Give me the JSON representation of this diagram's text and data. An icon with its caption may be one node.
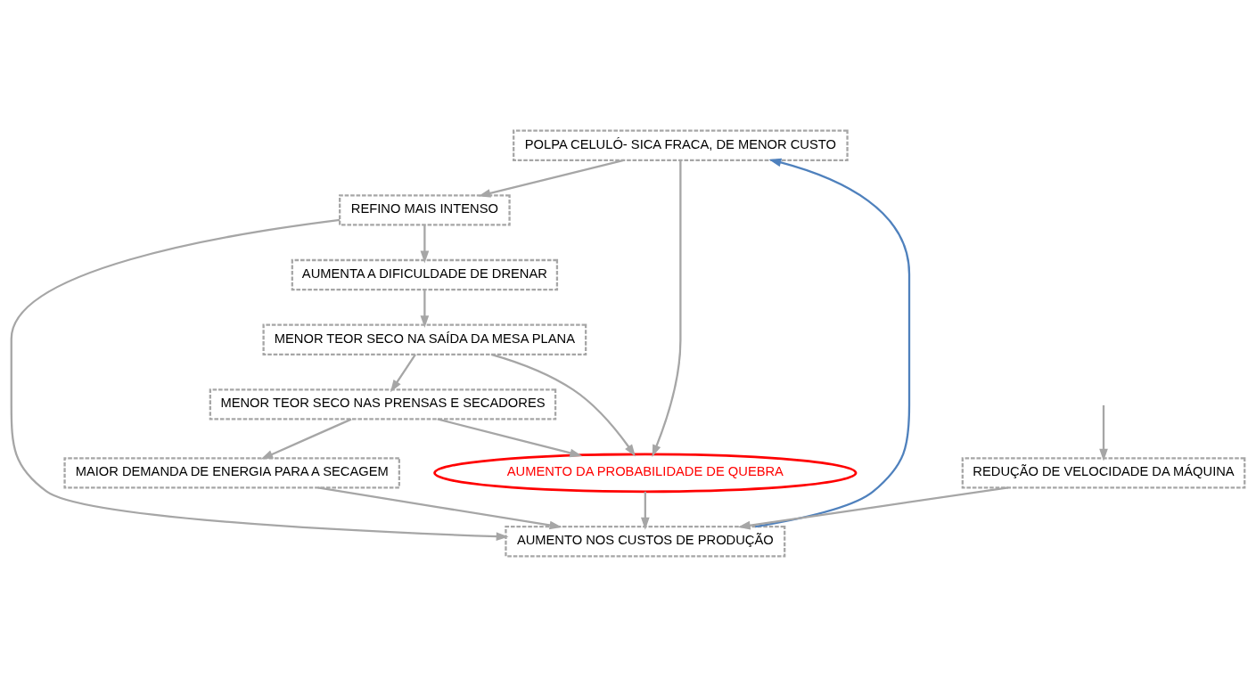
{
  "diagram": {
    "nodes": [
      {
        "text": [
          "POLPA CELULÓ- SICA FRACA, DE MENOR CUSTO"
        ]
      },
      {
        "text": [
          "REFINO MAIS INTENSO"
        ]
      },
      {
        "text": [
          "AUMENTO NOS CUSTOS DE PRODUÇÃO"
        ]
      },
      {
        "text": [
          "AUMENTA A DIFICULDADE DE DRENAR"
        ]
      },
      {
        "text": [
          "AUMENTO DA PROBABILIDADE DE QUEBRA"
        ]
      },
      {
        "text": [
          "REDUÇÃO DE VELOCIDADE DA MÁQUINA"
        ]
      },
      {
        "text": [
          "MENOR TEOR SECO NA SAÍDA DA MESA PLANA"
        ]
      },
      {
        "text": [
          "MAIOR DEMANDA DE ENERGIA PARA A SECAGEM"
        ]
      },
      {
        "text": [
          "MENOR TEOR SECO NAS PRENSAS E SECADORES"
        ]
      }
    ],
    "edges": [
      {
        "from": 1,
        "to": 2,
        "arrow": "to"
      },
      {
        "from": 2,
        "to": 0,
        "arrow": "to",
        "color": "#4f81bd"
      },
      {
        "from": 0,
        "to": 1,
        "arrow": "to"
      },
      {
        "from": 0,
        "to": 4,
        "arrow": "to"
      },
      {
        "from": 1,
        "to": 3,
        "arrow": "to"
      },
      {
        "from": 3,
        "to": 6,
        "arrow": "to"
      },
      {
        "from": 6,
        "to": 4,
        "arrow": "to"
      },
      {
        "from": 6,
        "to": 8,
        "arrow": "to"
      },
      {
        "from": 8,
        "to": 4,
        "arrow": "to"
      },
      {
        "from": 8,
        "to": 7,
        "arrow": "to"
      },
      {
        "from": 7,
        "to": 2,
        "arrow": "to"
      },
      {
        "from": 4,
        "to": 2,
        "arrow": "to"
      },
      {
        "from": 5,
        "to": 2,
        "arrow": "to"
      },
      {
        "from": null,
        "to": 5,
        "arrow": "to"
      }
    ]
  }
}
